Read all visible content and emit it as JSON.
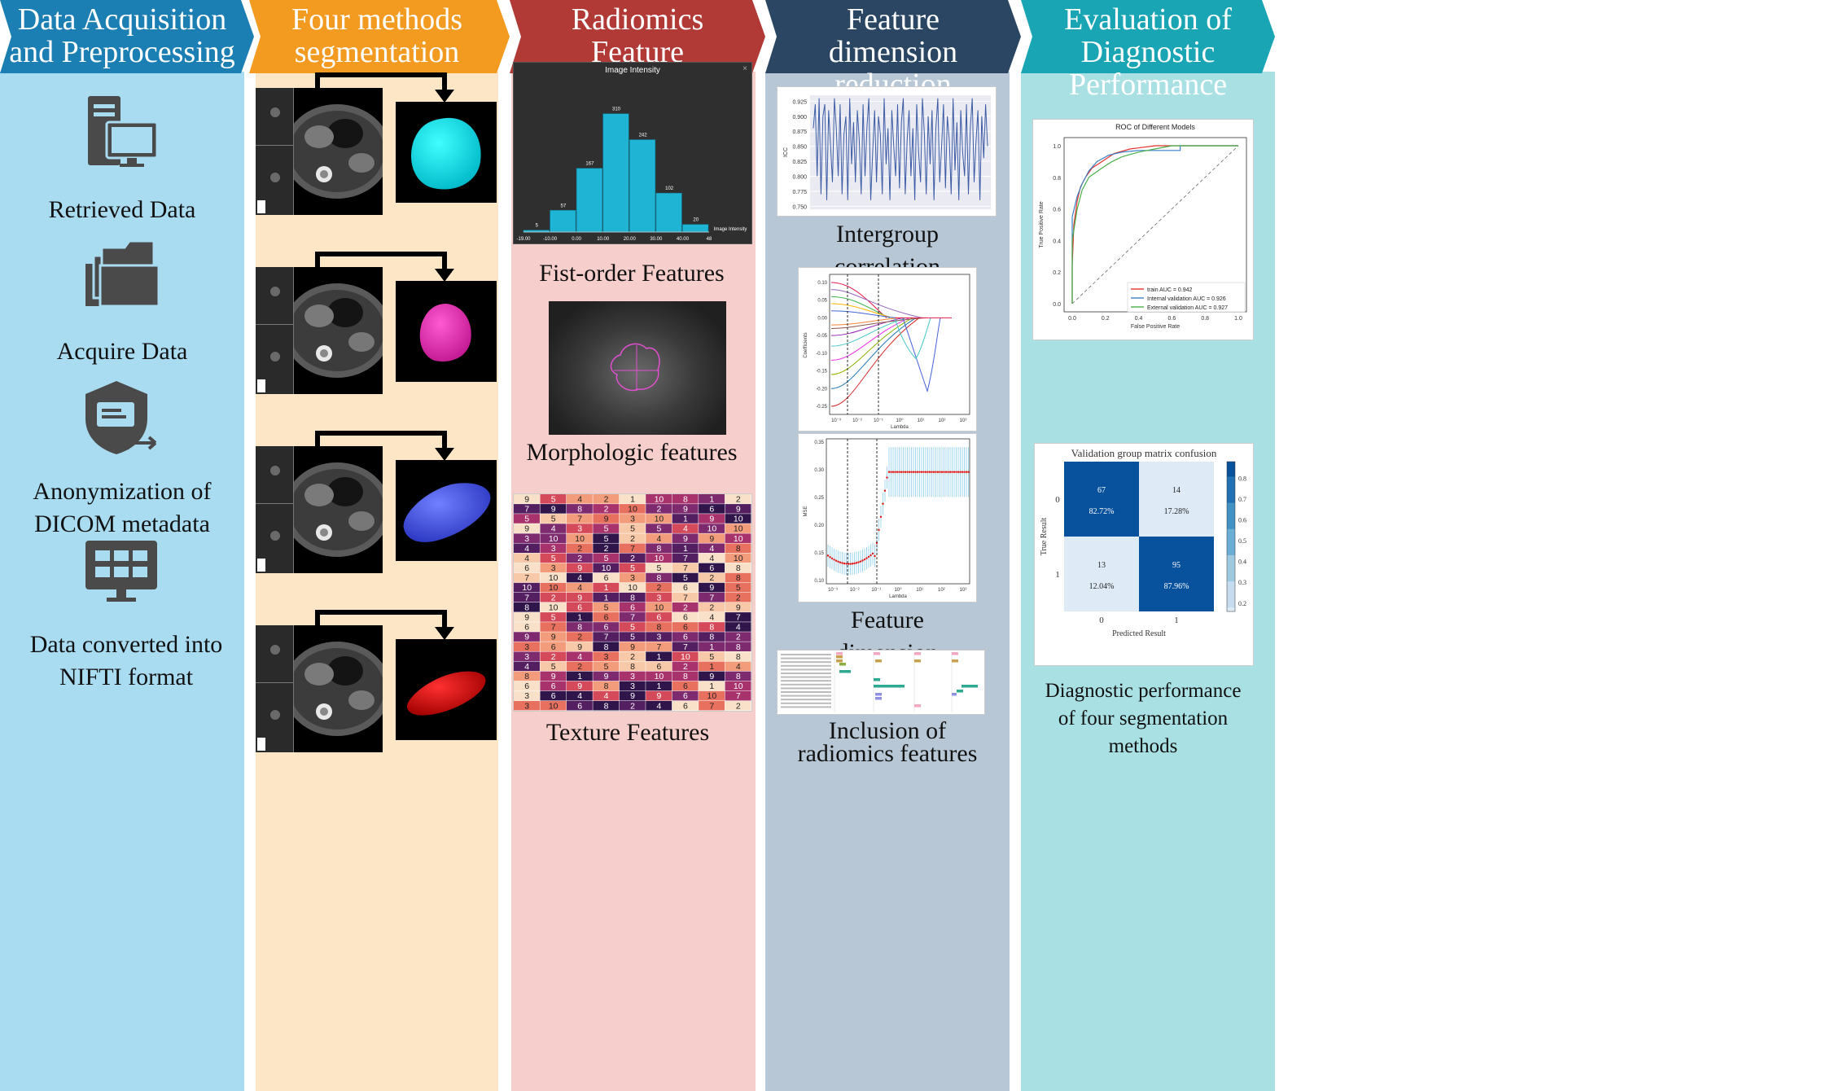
{
  "colors": {
    "col1_header": "#1b7fb3",
    "col1_bg": "#a9dcf0",
    "col2_header": "#f39a20",
    "col2_bg": "#fde6c6",
    "col3_header": "#b23a36",
    "col3_bg": "#f6cfcc",
    "col4_header": "#2a4663",
    "col4_bg": "#b7c7d5",
    "col5_header": "#19a5b3",
    "col5_bg": "#a9e0e3",
    "icon_gray": "#4a4a4a"
  },
  "columns": [
    {
      "title": "Data Acquisition and Preprocessing",
      "items": [
        "Retrieved Data",
        "Acquire Data",
        "Anonymization of DICOM metadata",
        "Data converted into NIFTI format"
      ],
      "icons": [
        "computer-icon",
        "folders-icon",
        "shield-card-icon",
        "monitor-grid-icon"
      ]
    },
    {
      "title": "Four methods segmentation",
      "renders": [
        "cyan",
        "magenta",
        "blue",
        "red"
      ]
    },
    {
      "title": "Radiomics Feature Extraction",
      "captions": [
        "Fist-order Features",
        "Morphologic features",
        "Texture Features"
      ]
    },
    {
      "title": "Feature dimension reduction",
      "captions": [
        "Intergroup correlation coefficient",
        "Feature dimension reduction",
        "Inclusion of radiomics features"
      ]
    },
    {
      "title": "Evaluation of Diagnostic Performance",
      "captions": [
        "Diagnostic performance of four segmentation methods"
      ]
    }
  ],
  "histogram": {
    "title": "Image Intensity",
    "close": "×",
    "xlabel": "Image Intensity",
    "ticks": [
      "-19.00",
      "-10.00",
      "0.00",
      "10.00",
      "20.00",
      "30.00",
      "40.00",
      "48"
    ]
  },
  "texture_grid": [
    [
      9,
      5,
      4,
      2,
      1,
      10,
      8,
      1,
      2
    ],
    [
      7,
      9,
      8,
      2,
      10,
      2,
      9,
      6,
      9
    ],
    [
      5,
      5,
      7,
      9,
      3,
      10,
      1,
      9,
      10
    ],
    [
      9,
      4,
      3,
      5,
      5,
      5,
      4,
      10,
      10
    ],
    [
      3,
      10,
      10,
      5,
      2,
      4,
      9,
      9,
      10
    ],
    [
      4,
      3,
      2,
      2,
      7,
      8,
      1,
      4,
      8
    ],
    [
      4,
      5,
      2,
      5,
      2,
      10,
      7,
      4,
      10
    ],
    [
      6,
      3,
      9,
      10,
      5,
      5,
      7,
      6,
      8
    ],
    [
      7,
      10,
      4,
      6,
      3,
      8,
      5,
      2,
      8
    ],
    [
      10,
      10,
      4,
      1,
      10,
      2,
      6,
      9,
      5
    ],
    [
      7,
      2,
      9,
      1,
      8,
      3,
      7,
      7,
      2
    ],
    [
      8,
      10,
      6,
      5,
      6,
      10,
      2,
      2,
      9
    ],
    [
      9,
      5,
      1,
      6,
      7,
      6,
      6,
      4,
      7
    ],
    [
      6,
      7,
      8,
      6,
      5,
      8,
      6,
      8,
      4
    ],
    [
      9,
      9,
      2,
      7,
      5,
      3,
      6,
      8,
      2
    ],
    [
      3,
      6,
      9,
      8,
      9,
      7,
      7,
      1,
      8
    ],
    [
      3,
      2,
      4,
      3,
      2,
      1,
      10,
      5,
      8
    ],
    [
      4,
      5,
      2,
      5,
      8,
      6,
      2,
      1,
      4
    ],
    [
      8,
      9,
      1,
      9,
      3,
      10,
      8,
      9,
      8
    ],
    [
      6,
      6,
      9,
      8,
      3,
      1,
      6,
      1,
      10
    ],
    [
      3,
      6,
      4,
      4,
      9,
      9,
      6,
      10,
      7
    ],
    [
      3,
      10,
      6,
      8,
      2,
      4,
      6,
      7,
      2
    ]
  ],
  "icc_plot": {
    "ylabel": "ICC",
    "yticks": [
      "0.925",
      "0.900",
      "0.875",
      "0.850",
      "0.825",
      "0.800",
      "0.775",
      "0.750"
    ],
    "values": [
      0.88,
      0.92,
      0.8,
      0.93,
      0.77,
      0.9,
      0.92,
      0.76,
      0.91,
      0.85,
      0.79,
      0.93,
      0.88,
      0.8,
      0.92,
      0.77,
      0.87,
      0.9,
      0.76,
      0.93,
      0.82,
      0.89,
      0.79,
      0.91,
      0.86,
      0.77,
      0.92,
      0.8,
      0.88,
      0.93,
      0.76,
      0.84,
      0.91,
      0.79,
      0.9,
      0.87,
      0.77,
      0.93,
      0.82,
      0.88,
      0.76,
      0.91,
      0.85,
      0.8,
      0.92,
      0.78,
      0.89,
      0.93,
      0.77,
      0.86,
      0.91,
      0.8,
      0.88,
      0.76,
      0.92,
      0.84,
      0.79,
      0.93,
      0.87,
      0.77,
      0.9,
      0.82,
      0.91,
      0.76,
      0.88,
      0.93,
      0.79,
      0.85,
      0.92,
      0.78,
      0.9,
      0.86,
      0.77,
      0.93,
      0.81,
      0.89,
      0.76,
      0.91,
      0.84,
      0.8,
      0.92,
      0.77,
      0.88,
      0.93,
      0.79,
      0.86,
      0.91,
      0.76,
      0.9,
      0.83,
      0.92,
      0.85
    ]
  },
  "lasso_coef": {
    "ylabel": "Coefficients",
    "xlabel": "Lambda",
    "yticks": [
      "0.10",
      "0.05",
      "0.00",
      "-0.05",
      "-0.10",
      "-0.15",
      "-0.20",
      "-0.25"
    ],
    "xticks": [
      "10⁻³",
      "10⁻²",
      "10⁻¹",
      "10⁰",
      "10¹",
      "10²",
      "10³"
    ]
  },
  "lasso_mse": {
    "ylabel": "MSE",
    "xlabel": "Lambda",
    "yticks": [
      "0.35",
      "0.30",
      "0.25",
      "0.20",
      "0.15",
      "0.10"
    ],
    "xticks": [
      "10⁻³",
      "10⁻²",
      "10⁻¹",
      "10⁰",
      "10¹",
      "10²",
      "10³"
    ]
  },
  "roc": {
    "title": "ROC of Different Models",
    "xlabel": "False Positive Rate",
    "ylabel": "True Positive Rate",
    "ticks": [
      "0.0",
      "0.2",
      "0.4",
      "0.6",
      "0.8",
      "1.0"
    ],
    "legend": [
      "train AUC = 0.942",
      "Internal validation AUC = 0.926",
      "External validation AUC = 0.927"
    ],
    "legend_colors": [
      "#e0322b",
      "#3a7fc4",
      "#49b04a"
    ]
  },
  "confusion": {
    "title": "Validation group matrix confusion",
    "ylabel": "True Result",
    "xlabel": "Predicted Result",
    "row_labels": [
      "0",
      "1"
    ],
    "col_labels": [
      "0",
      "1"
    ],
    "cells": [
      {
        "count": "67",
        "pct": "82.72%",
        "value": 0.8272
      },
      {
        "count": "14",
        "pct": "17.28%",
        "value": 0.1728
      },
      {
        "count": "13",
        "pct": "12.04%",
        "value": 0.1204
      },
      {
        "count": "95",
        "pct": "87.96%",
        "value": 0.8796
      }
    ],
    "colorbar_ticks": [
      "0.8",
      "0.7",
      "0.6",
      "0.5",
      "0.4",
      "0.3",
      "0.2"
    ]
  }
}
